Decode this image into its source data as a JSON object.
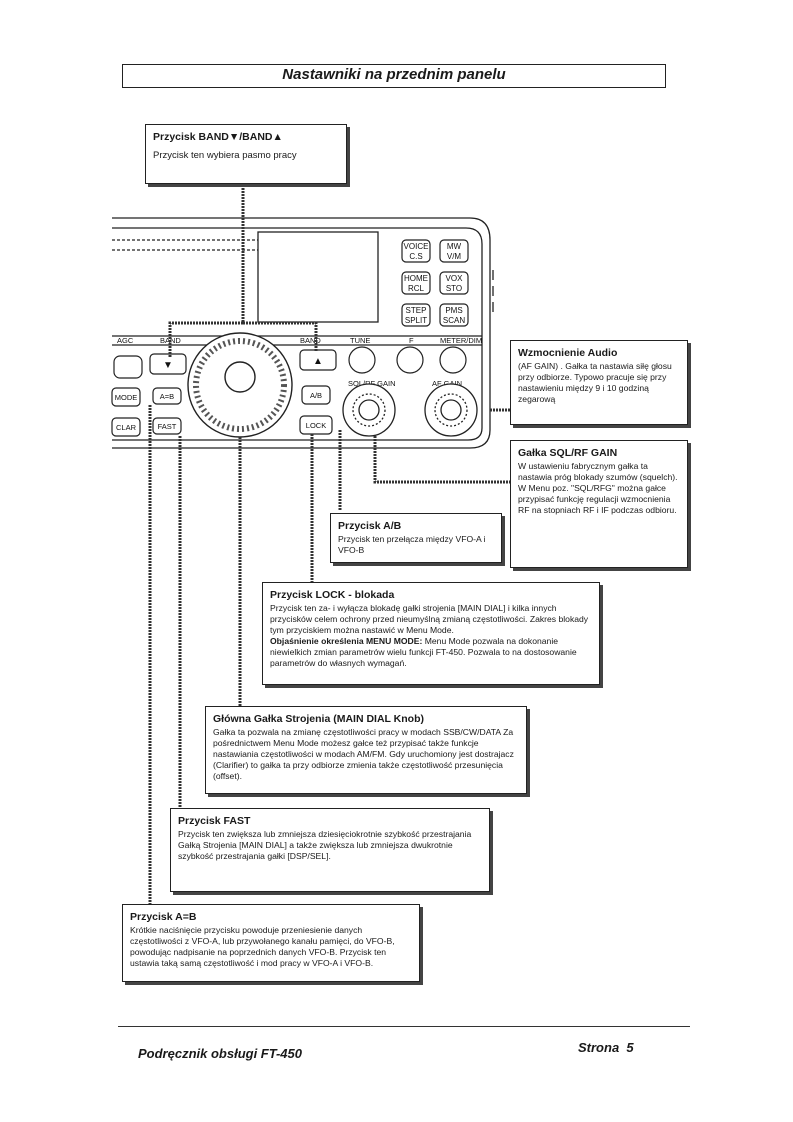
{
  "header": {
    "title": "Nastawniki na przednim panelu"
  },
  "radio": {
    "labels": {
      "agc": "AGC",
      "band_left": "BAND",
      "band_right": "BAND",
      "tune": "TUNE",
      "f": "F",
      "meter_dim": "METER/DIM",
      "sql_rf_gain": "SQL/RF GAIN",
      "af_gain": "AF GAIN",
      "mode": "MODE",
      "clar": "CLAR",
      "a_eq_b": "A=B",
      "fast": "FAST",
      "a_b": "A/B",
      "lock": "LOCK"
    },
    "keys": [
      {
        "top": "VOICE",
        "bottom": "C.S"
      },
      {
        "top": "MW",
        "bottom": "V/M"
      },
      {
        "top": "HOME",
        "bottom": "RCL"
      },
      {
        "top": "VOX",
        "bottom": "STO"
      },
      {
        "top": "STEP",
        "bottom": "SPLIT"
      },
      {
        "top": "PMS",
        "bottom": "SCAN"
      }
    ]
  },
  "callouts": {
    "band": {
      "title": "Przycisk BAND▼/BAND▲",
      "text": "Przycisk ten wybiera pasmo pracy"
    },
    "audio": {
      "title": "Wzmocnienie Audio",
      "text": "(AF GAIN) . Gałka ta nastawia siłę głosu przy odbiorze. Typowo pracuje się przy nastawieniu między 9 i 10 godziną zegarową"
    },
    "sql": {
      "title": "Gałka SQL/RF GAIN",
      "text": "W ustawieniu fabrycznym gałka ta nastawia próg blokady szumów (squelch). W Menu poz. \"SQL/RFG\" można gałce przypisać funkcję regulacji wzmocnienia RF na stopniach RF i IF podczas odbioru."
    },
    "ab": {
      "title": "Przycisk A/B",
      "text": "Przycisk ten przełącza między VFO-A i VFO-B"
    },
    "lock": {
      "title": "Przycisk LOCK - blokada",
      "text": "Przycisk ten za- i wyłącza blokadę gałki strojenia [MAIN DIAL] i kilka innych przycisków celem ochrony przed nieumyślną zmianą częstotliwości. Zakres blokady tym przyciskiem można nastawić w Menu Mode.",
      "bold": "Objaśnienie określenia MENU MODE:",
      "text2": "Menu Mode pozwala na dokonanie niewielkich zmian parametrów wielu funkcji FT-450. Pozwala to na dostosowanie parametrów do własnych wymagań."
    },
    "main_dial": {
      "title": "Główna Gałka Strojenia (MAIN DIAL Knob)",
      "text": "Gałka ta pozwala na zmianę częstotliwości pracy w modach SSB/CW/DATA Za pośrednictwem Menu Mode możesz gałce też przypisać także funkcje nastawiania częstotliwości w modach AM/FM. Gdy uruchomiony jest dostrajacz (Clarifier) to gałka ta przy odbiorze zmienia także częstotliwość przesunięcia (offset)."
    },
    "fast": {
      "title": "Przycisk FAST",
      "text": "Przycisk ten zwiększa lub zmniejsza dziesięciokrotnie szybkość przestrajania Gałką Strojenia [MAIN DIAL] a także zwiększa lub zmniejsza dwukrotnie szybkość przestrajania gałki [DSP/SEL]."
    },
    "aeqb": {
      "title": "Przycisk A=B",
      "text": "Krótkie naciśnięcie przycisku powoduje przeniesienie danych częstotliwości z VFO-A, lub przywołanego kanału pamięci, do VFO-B, powodując nadpisanie na poprzednich danych VFO-B. Przycisk ten ustawia taką samą częstotliwość i mod pracy w VFO-A i VFO-B."
    }
  },
  "footer": {
    "left": "Podręcznik obsługi FT-450",
    "right": "Strona  5"
  }
}
